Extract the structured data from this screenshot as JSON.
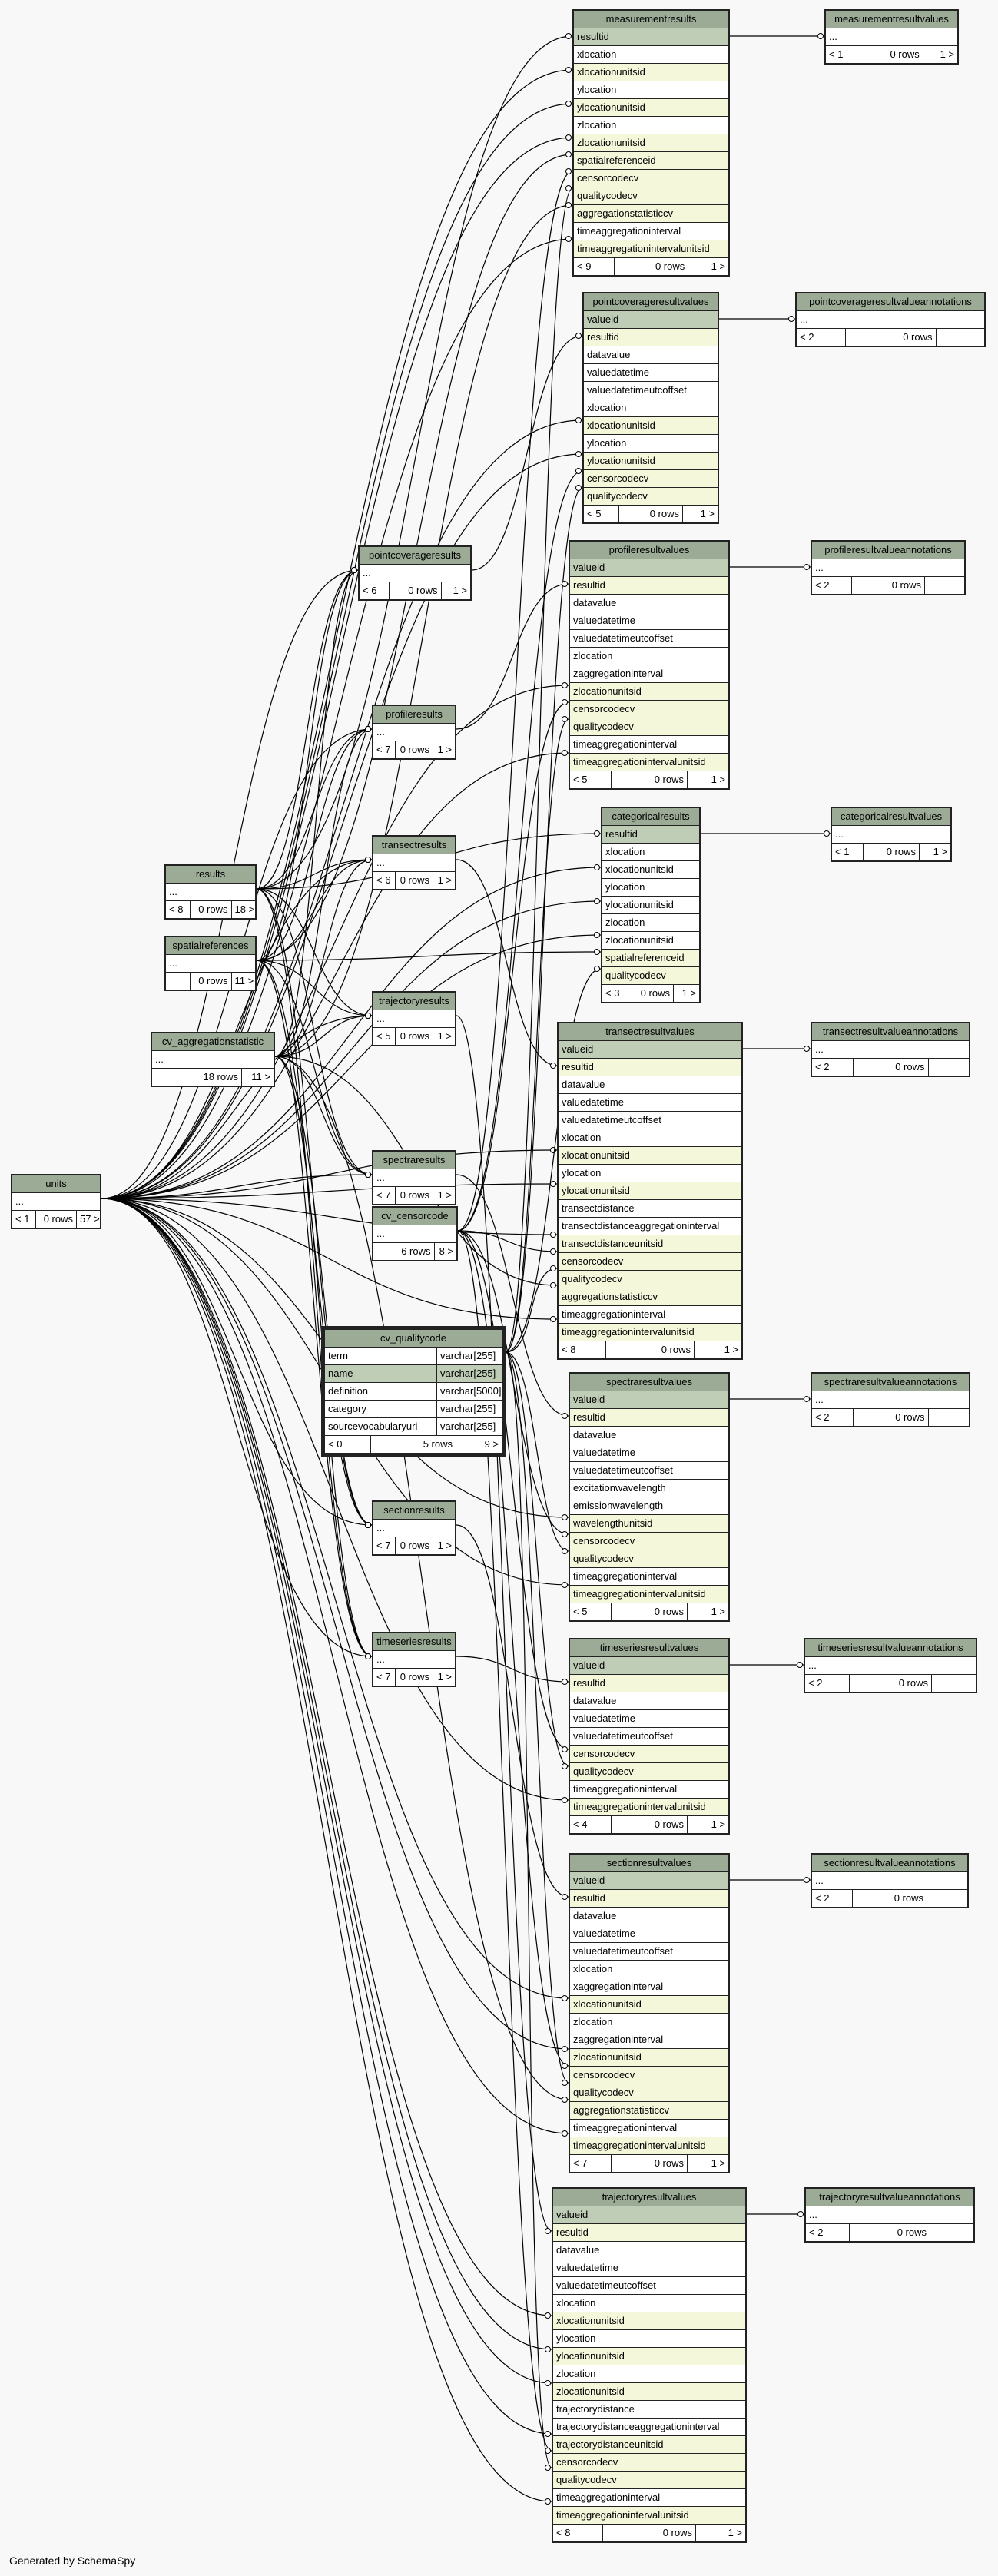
{
  "diagram": {
    "footer": "Generated by SchemaSpy",
    "tables": [
      {
        "id": "measurementresults",
        "name": "measurementresults",
        "columns": [
          "resultid",
          "xlocation",
          "xlocationunitsid",
          "ylocation",
          "ylocationunitsid",
          "zlocation",
          "zlocationunitsid",
          "spatialreferenceid",
          "censorcodecv",
          "qualitycodecv",
          "aggregationstatisticcv",
          "timeaggregationinterval",
          "timeaggregationintervalunitsid"
        ],
        "pk": [
          0
        ],
        "fk": [
          0,
          2,
          4,
          6,
          7,
          8,
          9,
          10,
          12
        ],
        "parents": "< 9",
        "rows": "0 rows",
        "children": "1 >"
      },
      {
        "id": "measurementresultvalues",
        "name": "measurementresultvalues",
        "columns": [
          "..."
        ],
        "parents": "< 1",
        "rows": "0 rows",
        "children": "1 >"
      },
      {
        "id": "pointcoverageresultvalues",
        "name": "pointcoverageresultvalues",
        "columns": [
          "valueid",
          "resultid",
          "datavalue",
          "valuedatetime",
          "valuedatetimeutcoffset",
          "xlocation",
          "xlocationunitsid",
          "ylocation",
          "ylocationunitsid",
          "censorcodecv",
          "qualitycodecv"
        ],
        "pk": [
          0
        ],
        "fk": [
          1,
          6,
          8,
          9,
          10
        ],
        "parents": "< 5",
        "rows": "0 rows",
        "children": "1 >"
      },
      {
        "id": "pointcoverageresultvalueannotations",
        "name": "pointcoverageresultvalueannotations",
        "columns": [
          "..."
        ],
        "parents": "< 2",
        "rows": "0 rows",
        "children": ""
      },
      {
        "id": "profileresultvalues",
        "name": "profileresultvalues",
        "columns": [
          "valueid",
          "resultid",
          "datavalue",
          "valuedatetime",
          "valuedatetimeutcoffset",
          "zlocation",
          "zaggregationinterval",
          "zlocationunitsid",
          "censorcodecv",
          "qualitycodecv",
          "timeaggregationinterval",
          "timeaggregationintervalunitsid"
        ],
        "pk": [
          0
        ],
        "fk": [
          1,
          7,
          8,
          9,
          11
        ],
        "parents": "< 5",
        "rows": "0 rows",
        "children": "1 >"
      },
      {
        "id": "profileresultvalueannotations",
        "name": "profileresultvalueannotations",
        "columns": [
          "..."
        ],
        "parents": "< 2",
        "rows": "0 rows",
        "children": ""
      },
      {
        "id": "categoricalresults",
        "name": "categoricalresults",
        "columns": [
          "resultid",
          "xlocation",
          "xlocationunitsid",
          "ylocation",
          "ylocationunitsid",
          "zlocation",
          "zlocationunitsid",
          "spatialreferenceid",
          "qualitycodecv"
        ],
        "pk": [
          0
        ],
        "fk": [
          0,
          7,
          8
        ],
        "parents": "< 3",
        "rows": "0 rows",
        "children": "1 >"
      },
      {
        "id": "categoricalresultvalues",
        "name": "categoricalresultvalues",
        "columns": [
          "..."
        ],
        "parents": "< 1",
        "rows": "0 rows",
        "children": "1 >"
      },
      {
        "id": "transectresultvalues",
        "name": "transectresultvalues",
        "columns": [
          "valueid",
          "resultid",
          "datavalue",
          "valuedatetime",
          "valuedatetimeutcoffset",
          "xlocation",
          "xlocationunitsid",
          "ylocation",
          "ylocationunitsid",
          "transectdistance",
          "transectdistanceaggregationinterval",
          "transectdistanceunitsid",
          "censorcodecv",
          "qualitycodecv",
          "aggregationstatisticcv",
          "timeaggregationinterval",
          "timeaggregationintervalunitsid"
        ],
        "pk": [
          0
        ],
        "fk": [
          1,
          6,
          8,
          11,
          12,
          13,
          14,
          16
        ],
        "parents": "< 8",
        "rows": "0 rows",
        "children": "1 >"
      },
      {
        "id": "transectresultvalueannotations",
        "name": "transectresultvalueannotations",
        "columns": [
          "..."
        ],
        "parents": "< 2",
        "rows": "0 rows",
        "children": ""
      },
      {
        "id": "spectraresultvalues",
        "name": "spectraresultvalues",
        "columns": [
          "valueid",
          "resultid",
          "datavalue",
          "valuedatetime",
          "valuedatetimeutcoffset",
          "excitationwavelength",
          "emissionwavelength",
          "wavelengthunitsid",
          "censorcodecv",
          "qualitycodecv",
          "timeaggregationinterval",
          "timeaggregationintervalunitsid"
        ],
        "pk": [
          0
        ],
        "fk": [
          1,
          7,
          8,
          9,
          11
        ],
        "parents": "< 5",
        "rows": "0 rows",
        "children": "1 >"
      },
      {
        "id": "spectraresultvalueannotations",
        "name": "spectraresultvalueannotations",
        "columns": [
          "..."
        ],
        "parents": "< 2",
        "rows": "0 rows",
        "children": ""
      },
      {
        "id": "timeseriesresultvalues",
        "name": "timeseriesresultvalues",
        "columns": [
          "valueid",
          "resultid",
          "datavalue",
          "valuedatetime",
          "valuedatetimeutcoffset",
          "censorcodecv",
          "qualitycodecv",
          "timeaggregationinterval",
          "timeaggregationintervalunitsid"
        ],
        "pk": [
          0
        ],
        "fk": [
          1,
          5,
          6,
          8
        ],
        "parents": "< 4",
        "rows": "0 rows",
        "children": "1 >"
      },
      {
        "id": "timeseriesresultvalueannotations",
        "name": "timeseriesresultvalueannotations",
        "columns": [
          "..."
        ],
        "parents": "< 2",
        "rows": "0 rows",
        "children": ""
      },
      {
        "id": "sectionresultvalues",
        "name": "sectionresultvalues",
        "columns": [
          "valueid",
          "resultid",
          "datavalue",
          "valuedatetime",
          "valuedatetimeutcoffset",
          "xlocation",
          "xaggregationinterval",
          "xlocationunitsid",
          "zlocation",
          "zaggregationinterval",
          "zlocationunitsid",
          "censorcodecv",
          "qualitycodecv",
          "aggregationstatisticcv",
          "timeaggregationinterval",
          "timeaggregationintervalunitsid"
        ],
        "pk": [
          0
        ],
        "fk": [
          1,
          7,
          10,
          11,
          12,
          13,
          15
        ],
        "parents": "< 7",
        "rows": "0 rows",
        "children": "1 >"
      },
      {
        "id": "sectionresultvalueannotations",
        "name": "sectionresultvalueannotations",
        "columns": [
          "..."
        ],
        "parents": "< 2",
        "rows": "0 rows",
        "children": ""
      },
      {
        "id": "trajectoryresultvalues",
        "name": "trajectoryresultvalues",
        "columns": [
          "valueid",
          "resultid",
          "datavalue",
          "valuedatetime",
          "valuedatetimeutcoffset",
          "xlocation",
          "xlocationunitsid",
          "ylocation",
          "ylocationunitsid",
          "zlocation",
          "zlocationunitsid",
          "trajectorydistance",
          "trajectorydistanceaggregationinterval",
          "trajectorydistanceunitsid",
          "censorcodecv",
          "qualitycodecv",
          "timeaggregationinterval",
          "timeaggregationintervalunitsid"
        ],
        "pk": [
          0
        ],
        "fk": [
          1,
          6,
          8,
          10,
          13,
          14,
          15,
          17
        ],
        "parents": "< 8",
        "rows": "0 rows",
        "children": "1 >"
      },
      {
        "id": "trajectoryresultvalueannotations",
        "name": "trajectoryresultvalueannotations",
        "columns": [
          "..."
        ],
        "parents": "< 2",
        "rows": "0 rows",
        "children": ""
      },
      {
        "id": "pointcoverageresults",
        "name": "pointcoverageresults",
        "columns": [
          "..."
        ],
        "parents": "< 6",
        "rows": "0 rows",
        "children": "1 >"
      },
      {
        "id": "profileresults",
        "name": "profileresults",
        "columns": [
          "..."
        ],
        "parents": "< 7",
        "rows": "0 rows",
        "children": "1 >"
      },
      {
        "id": "transectresults",
        "name": "transectresults",
        "columns": [
          "..."
        ],
        "parents": "< 6",
        "rows": "0 rows",
        "children": "1 >"
      },
      {
        "id": "trajectoryresults",
        "name": "trajectoryresults",
        "columns": [
          "..."
        ],
        "parents": "< 5",
        "rows": "0 rows",
        "children": "1 >"
      },
      {
        "id": "spectraresults",
        "name": "spectraresults",
        "columns": [
          "..."
        ],
        "parents": "< 7",
        "rows": "0 rows",
        "children": "1 >"
      },
      {
        "id": "sectionresults",
        "name": "sectionresults",
        "columns": [
          "..."
        ],
        "parents": "< 7",
        "rows": "0 rows",
        "children": "1 >"
      },
      {
        "id": "timeseriesresults",
        "name": "timeseriesresults",
        "columns": [
          "..."
        ],
        "parents": "< 7",
        "rows": "0 rows",
        "children": "1 >"
      },
      {
        "id": "results",
        "name": "results",
        "columns": [
          "..."
        ],
        "parents": "< 8",
        "rows": "0 rows",
        "children": "18 >"
      },
      {
        "id": "spatialreferences",
        "name": "spatialreferences",
        "columns": [
          "..."
        ],
        "parents": "",
        "rows": "0 rows",
        "children": "11 >"
      },
      {
        "id": "cv_aggregationstatistic",
        "name": "cv_aggregationstatistic",
        "columns": [
          "..."
        ],
        "parents": "",
        "rows": "18 rows",
        "children": "11 >"
      },
      {
        "id": "units",
        "name": "units",
        "columns": [
          "..."
        ],
        "parents": "< 1",
        "rows": "0 rows",
        "children": "57 >"
      },
      {
        "id": "cv_censorcode",
        "name": "cv_censorcode",
        "columns": [
          "..."
        ],
        "parents": "",
        "rows": "6 rows",
        "children": "8 >"
      }
    ],
    "focus_table": {
      "name": "cv_qualitycode",
      "columns": [
        {
          "name": "term",
          "type": "varchar[255]"
        },
        {
          "name": "name",
          "type": "varchar[255]"
        },
        {
          "name": "definition",
          "type": "varchar[5000]"
        },
        {
          "name": "category",
          "type": "varchar[255]"
        },
        {
          "name": "sourcevocabularyuri",
          "type": "varchar[255]"
        }
      ],
      "parents": "< 0",
      "rows": "5 rows",
      "children": "9 >"
    },
    "colors": {
      "header": "#9bab96",
      "primary_key": "#bfcdb7",
      "foreign_key": "#f4f7da",
      "line": "#000000"
    }
  }
}
